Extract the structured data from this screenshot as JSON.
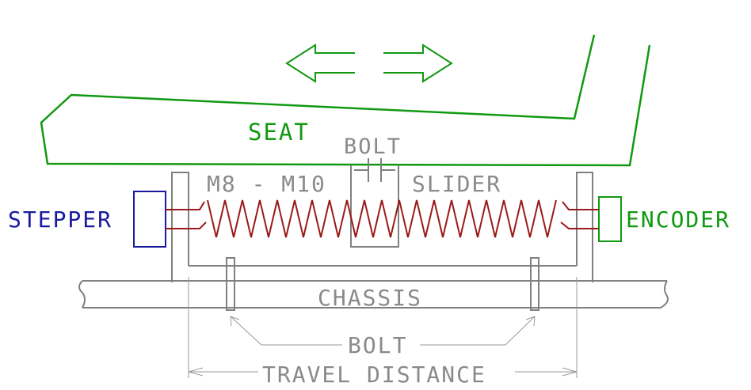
{
  "labels": {
    "seat": "SEAT",
    "bolt_top": "BOLT",
    "screw": "M8 - M10",
    "slider": "SLIDER",
    "stepper": "STEPPER",
    "encoder": "ENCODER",
    "chassis": "CHASSIS",
    "bolt_bottom": "BOLT",
    "travel": "TRAVEL DISTANCE"
  },
  "colors": {
    "seat": "#119911",
    "stepper": "#1a1a9e",
    "encoder": "#119911",
    "screw": "#9a1a1a",
    "structure": "#808080",
    "dimension": "#9a9a9a"
  }
}
